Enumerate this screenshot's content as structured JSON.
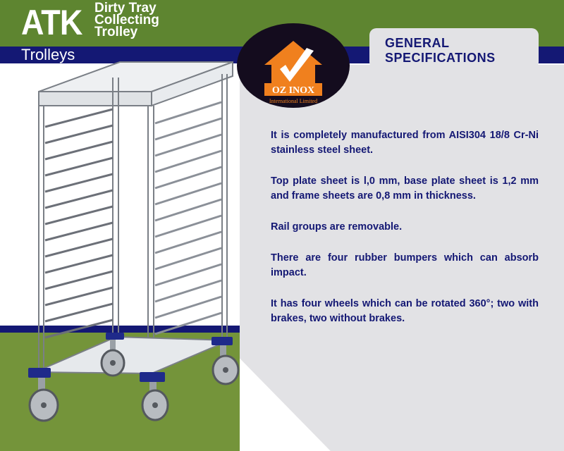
{
  "header": {
    "product_code": "ATK",
    "product_name_lines": [
      "Dirty Tray",
      "Collecting",
      "Trolley"
    ],
    "category": "Trolleys"
  },
  "logo": {
    "brand": "OZ INOX",
    "tagline": "International Limited"
  },
  "specifications": {
    "title_lines": [
      "GENERAL",
      "SPECIFICATIONS"
    ],
    "items": [
      "It is completely manufactured from AISI304 18/8 Cr-Ni stainless steel sheet.",
      "Top plate sheet is l,0 mm, base plate sheet is 1,2 mm and frame sheets are 0,8 mm in thickness.",
      "Rail groups are removable.",
      "There are four rubber bumpers which can absorb impact.",
      "It has four wheels which can be rotated 360°; two with brakes, two without brakes."
    ]
  },
  "colors": {
    "header_green": "#5e8530",
    "navy": "#141874",
    "floor_green": "#74943a",
    "panel_gray": "#e2e2e5",
    "logo_orange": "#f0801e"
  }
}
